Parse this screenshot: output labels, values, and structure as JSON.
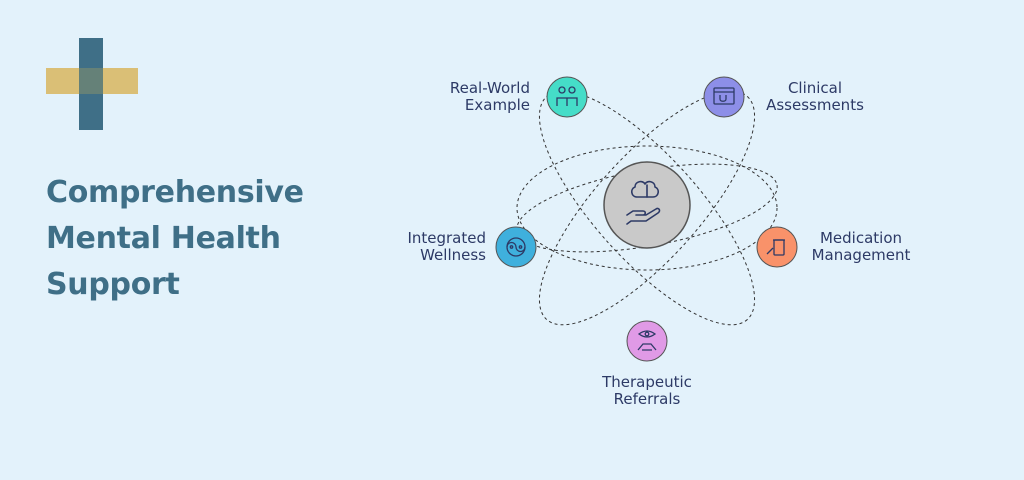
{
  "title_lines": [
    "Comprehensive",
    "Mental Health",
    "Support"
  ],
  "colors": {
    "background": "#e3f2fb",
    "title": "#3f6f87",
    "label": "#2d3a66",
    "logo_teal": "#3f6f87",
    "logo_gold": "#d8b65e"
  },
  "center_icon": "brain-in-hand-icon",
  "nodes": [
    {
      "id": "real-world-example",
      "lines": [
        "Real-World",
        "Example"
      ],
      "color": "#45ddc8",
      "icon": "people-icon"
    },
    {
      "id": "clinical-assessments",
      "lines": [
        "Clinical",
        "Assessments"
      ],
      "color": "#8d8fe8",
      "icon": "stethoscope-monitor-icon"
    },
    {
      "id": "medication-management",
      "lines": [
        "Medication",
        "Management"
      ],
      "color": "#f9926a",
      "icon": "pill-bottle-icon"
    },
    {
      "id": "therapeutic-referrals",
      "lines": [
        "Therapeutic",
        "Referrals"
      ],
      "color": "#e09ae6",
      "icon": "eye-hands-icon"
    },
    {
      "id": "integrated-wellness",
      "lines": [
        "Integrated",
        "Wellness"
      ],
      "color": "#3fb0dd",
      "icon": "yin-yang-icon"
    }
  ]
}
